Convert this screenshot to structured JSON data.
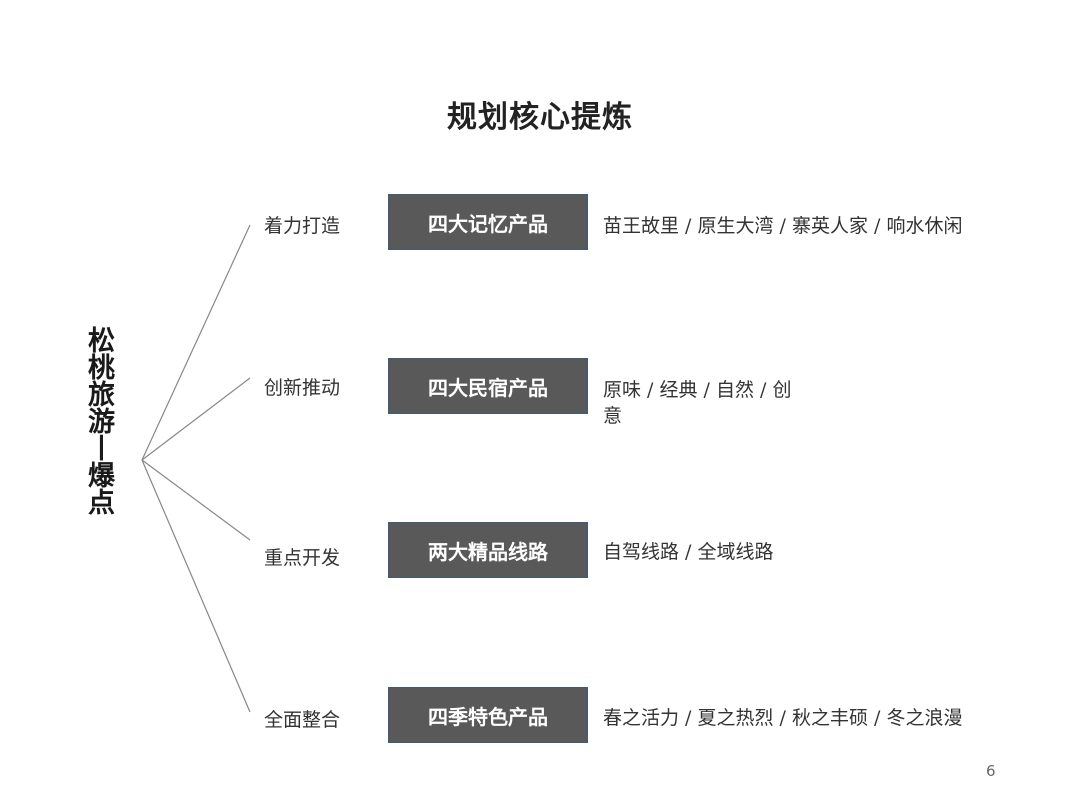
{
  "slide": {
    "title": "规划核心提炼",
    "side_label": "松桃旅游丨爆点",
    "page_number": "6"
  },
  "rows": [
    {
      "verb": "着力打造",
      "product": "四大记忆产品",
      "detail": "苗王故里 / 原生大湾 / 寨英人家 / 响水休闲"
    },
    {
      "verb": "创新推动",
      "product": "四大民宿产品",
      "detail": "原味 / 经典 / 自然 / 创意"
    },
    {
      "verb": "重点开发",
      "product": "两大精品线路",
      "detail": "自驾线路 / 全域线路"
    },
    {
      "verb": "全面整合",
      "product": "四季特色产品",
      "detail": "春之活力 / 夏之热烈 / 秋之丰硕 / 冬之浪漫"
    }
  ],
  "colors": {
    "box_fill": "#595959",
    "box_text": "#ffffff",
    "line": "#888888"
  }
}
